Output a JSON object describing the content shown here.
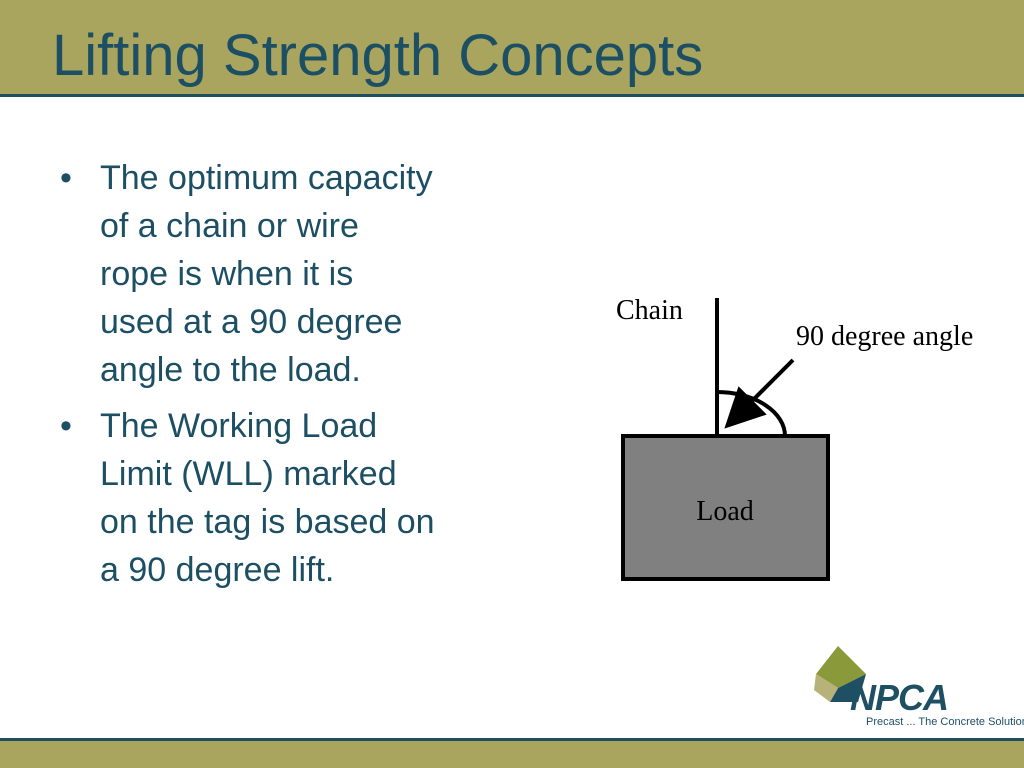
{
  "slide": {
    "title": "Lifting Strength Concepts",
    "bullets": [
      {
        "marker": "•",
        "lines": [
          "The optimum capacity",
          "of a chain or wire",
          "rope is when it is",
          "used at a 90 degree",
          "angle to the load."
        ]
      },
      {
        "marker": "•",
        "lines": [
          "The Working Load",
          "Limit (WLL) marked",
          "on the tag is based on",
          "a 90 degree lift."
        ]
      }
    ]
  },
  "diagram": {
    "chain_label": "Chain",
    "angle_label": "90 degree angle",
    "load_label": "Load",
    "angle_degrees": 90
  },
  "logo": {
    "wordmark": "NPCA",
    "tagline": "Precast ... The Concrete Solution"
  },
  "colors": {
    "band": "#a9a55e",
    "title_text": "#1c4f63",
    "rule": "#1d4f61",
    "load_fill": "#808080",
    "logo_green": "#8a9a3a"
  }
}
